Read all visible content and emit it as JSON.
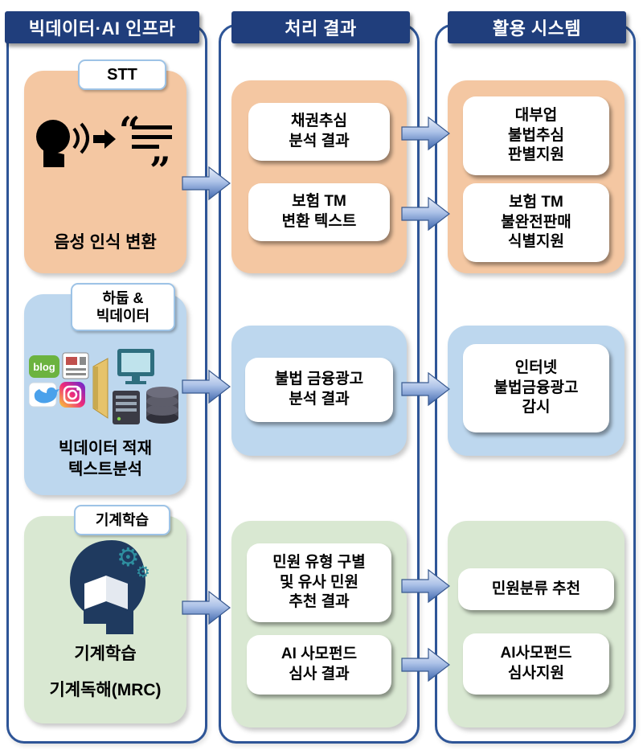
{
  "colors": {
    "header_bg": "#203e7c",
    "panel_border": "#2e5597",
    "block_peach": "#f4c7a2",
    "block_blue": "#bdd7ee",
    "block_green": "#d9e8d2",
    "arrow_blue": "#3f67ae"
  },
  "headers": {
    "infra": "빅데이터·AI 인프라",
    "results": "처리 결과",
    "systems": "활용 시스템"
  },
  "stt": {
    "tag": "STT",
    "caption": "음성 인식 변환",
    "result1": "채권추심\n분석 결과",
    "result2": "보험 TM\n변환 텍스트",
    "system1": "대부업\n불법추심\n판별지원",
    "system2": "보험 TM\n불완전판매\n식별지원"
  },
  "bigdata": {
    "tag": "하둡 &\n빅데이터",
    "caption": "빅데이터 적재\n텍스트분석",
    "blog_label": "blog",
    "result1": "불법 금융광고\n분석 결과",
    "system1": "인터넷\n불법금융광고\n감시"
  },
  "ml": {
    "tag": "기계학습",
    "caption1": "기계학습",
    "caption2": "기계독해(MRC)",
    "result1": "민원 유형 구별\n및 유사 민원\n추천 결과",
    "result2": "AI 사모펀드\n심사 결과",
    "system1": "민원분류 추천",
    "system2": "AI사모펀드\n심사지원"
  }
}
